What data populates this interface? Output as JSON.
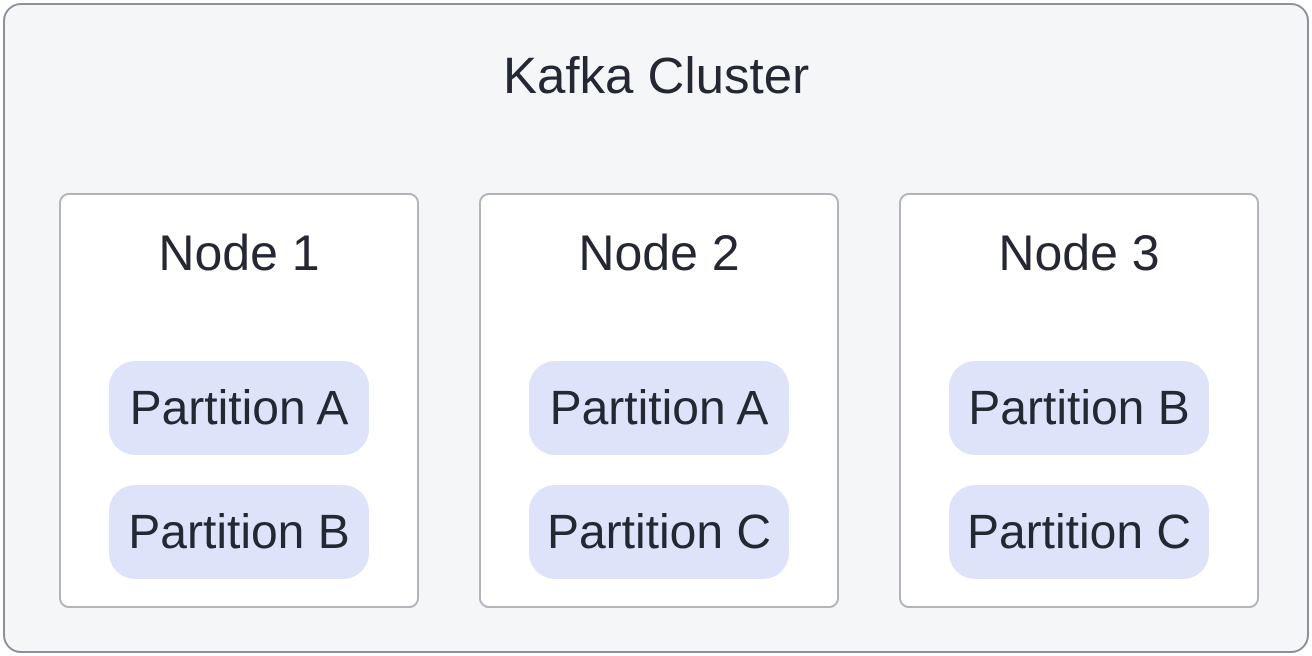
{
  "diagram": {
    "title": "Kafka Cluster",
    "nodes": [
      {
        "title": "Node 1",
        "partitions": [
          "Partition A",
          "Partition B"
        ]
      },
      {
        "title": "Node 2",
        "partitions": [
          "Partition A",
          "Partition C"
        ]
      },
      {
        "title": "Node 3",
        "partitions": [
          "Partition B",
          "Partition C"
        ]
      }
    ],
    "colors": {
      "canvas_background": "#ffffff",
      "cluster_background": "#f5f6f8",
      "cluster_border": "#8d909b",
      "node_background": "#ffffff",
      "node_border": "#b2b4bc",
      "partition_background": "#dee3fa",
      "text": "#232833"
    }
  }
}
